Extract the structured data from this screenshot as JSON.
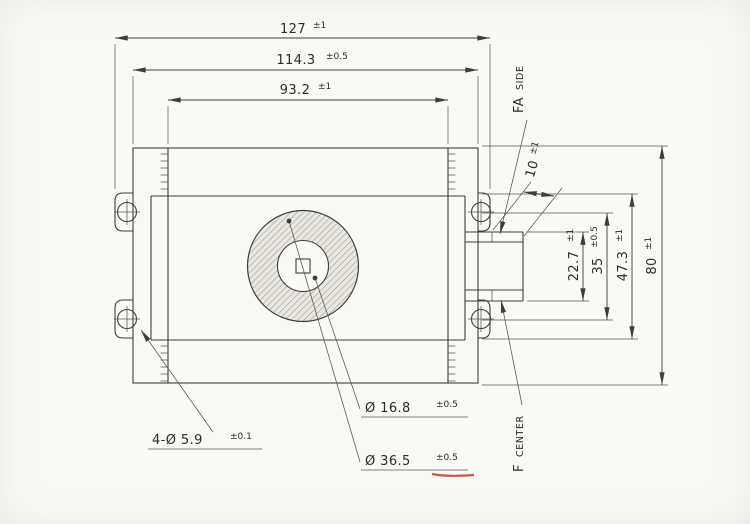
{
  "drawing": {
    "dimensions": {
      "d127": {
        "value": "127",
        "tol": "±1"
      },
      "d114_3": {
        "value": "114.3",
        "tol": "±0.5"
      },
      "d93_2": {
        "value": "93.2",
        "tol": "±1"
      },
      "d80": {
        "value": "80",
        "tol": "±1"
      },
      "d47_3": {
        "value": "47.3",
        "tol": "±1"
      },
      "d35": {
        "value": "35",
        "tol": "±0.5"
      },
      "d22_7": {
        "value": "22.7",
        "tol": "±1"
      },
      "d10": {
        "value": "10",
        "tol": "±1"
      },
      "dia16_8": {
        "value": "Ø 16.8",
        "tol": "±0.5"
      },
      "dia36_5": {
        "value": "Ø 36.5",
        "tol": "±0.5"
      },
      "holes": {
        "value": "4-Ø 5.9",
        "tol": "±0.1"
      }
    },
    "labels": {
      "fa_main": "FA",
      "fa_sub": "SIDE",
      "f_main": "F",
      "f_sub": "CENTER"
    },
    "colors": {
      "paper": "#f9f9f6",
      "ink": "#3d3d3d",
      "mark_red": "#c23b2e"
    }
  }
}
